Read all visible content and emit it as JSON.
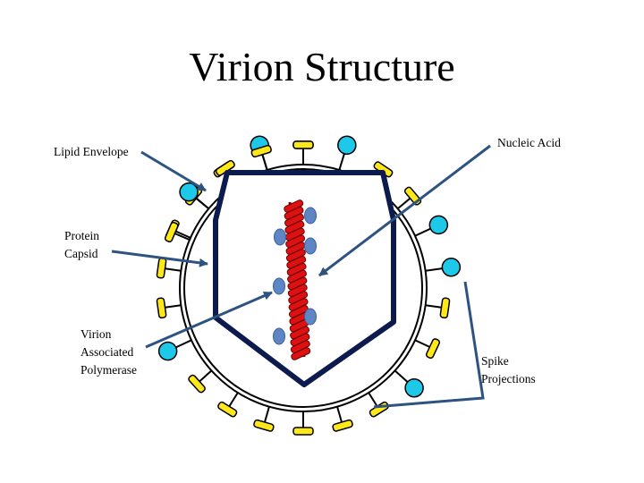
{
  "title": "Virion Structure",
  "labels": {
    "lipid_envelope": "Lipid Envelope",
    "protein_capsid": "Protein\nCapsid",
    "polymerase": "Virion\nAssociated\nPolymerase",
    "nucleic_acid": "Nucleic Acid",
    "spike_projections": "Spike\nProjections"
  },
  "colors": {
    "arrow": "#2e5381",
    "capsid": "#0d1a4d",
    "nucleic_acid": "#dd1111",
    "polymerase": "#5f86c4",
    "spike_yellow": "#ffe81a",
    "spike_cyan": "#1ec8e8"
  }
}
